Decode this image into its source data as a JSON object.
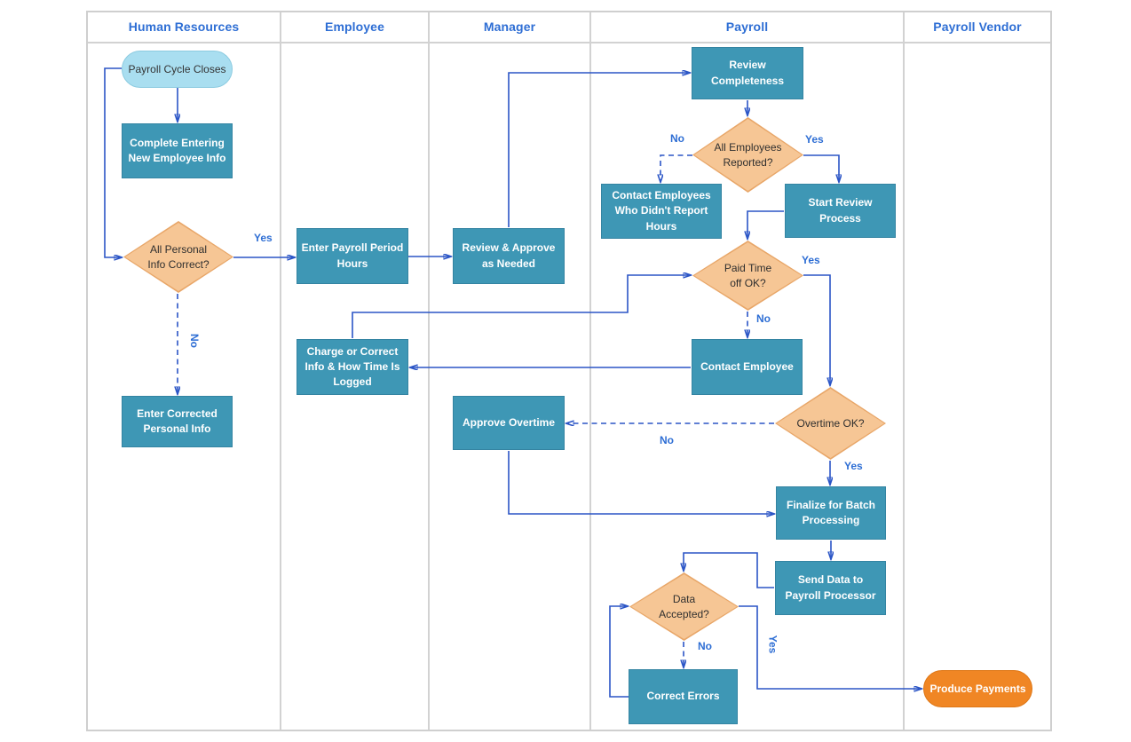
{
  "lanes": [
    {
      "label": "Human Resources"
    },
    {
      "label": "Employee"
    },
    {
      "label": "Manager"
    },
    {
      "label": "Payroll"
    },
    {
      "label": "Payroll Vendor"
    }
  ],
  "nodes": {
    "payroll_cycle_closes": {
      "label": "Payroll Cycle Closes",
      "type": "start",
      "lane": "Human Resources"
    },
    "complete_entering_new_employee_info": {
      "label": "Complete Entering New Employee Info",
      "type": "process",
      "lane": "Human Resources"
    },
    "all_personal_info_correct": {
      "label": "All Personal Info Correct?",
      "type": "decision",
      "lane": "Human Resources"
    },
    "enter_corrected_personal_info": {
      "label": "Enter Corrected Personal Info",
      "type": "process",
      "lane": "Human Resources"
    },
    "enter_payroll_period_hours": {
      "label": "Enter Payroll Period Hours",
      "type": "process",
      "lane": "Employee"
    },
    "charge_or_correct_info": {
      "label": "Charge or Correct Info & How Time Is Logged",
      "type": "process",
      "lane": "Employee"
    },
    "review_approve_as_needed": {
      "label": "Review & Approve as Needed",
      "type": "process",
      "lane": "Manager"
    },
    "approve_overtime": {
      "label": "Approve Overtime",
      "type": "process",
      "lane": "Manager"
    },
    "review_completeness": {
      "label": "Review Completeness",
      "type": "process",
      "lane": "Payroll"
    },
    "all_employees_reported": {
      "label": "All Employees Reported?",
      "type": "decision",
      "lane": "Payroll"
    },
    "contact_employees_who_didnt_report": {
      "label": "Contact Employees Who Didn't Report Hours",
      "type": "process",
      "lane": "Payroll"
    },
    "start_review_process": {
      "label": "Start Review Process",
      "type": "process",
      "lane": "Payroll"
    },
    "paid_time_off_ok": {
      "label": "Paid Time off OK?",
      "type": "decision",
      "lane": "Payroll"
    },
    "contact_employee": {
      "label": "Contact Employee",
      "type": "process",
      "lane": "Payroll"
    },
    "overtime_ok": {
      "label": "Overtime OK?",
      "type": "decision",
      "lane": "Payroll"
    },
    "finalize_for_batch_processing": {
      "label": "Finalize for Batch Processing",
      "type": "process",
      "lane": "Payroll"
    },
    "send_data_to_payroll_processor": {
      "label": "Send Data to Payroll Processor",
      "type": "process",
      "lane": "Payroll"
    },
    "data_accepted": {
      "label": "Data Accepted?",
      "type": "decision",
      "lane": "Payroll"
    },
    "correct_errors": {
      "label": "Correct Errors",
      "type": "process",
      "lane": "Payroll"
    },
    "produce_payments": {
      "label": "Produce Payments",
      "type": "end",
      "lane": "Payroll Vendor"
    }
  },
  "edge_labels": {
    "personal_info_yes": "Yes",
    "personal_info_no": "No",
    "reported_no": "No",
    "reported_yes": "Yes",
    "pto_yes": "Yes",
    "pto_no": "No",
    "overtime_no": "No",
    "overtime_yes": "Yes",
    "data_no": "No",
    "data_yes": "Yes"
  },
  "colors": {
    "process_fill": "#3e97b5",
    "process_border": "#3484a2",
    "start_fill": "#a9def0",
    "end_fill": "#f08624",
    "decision_fill": "#f6c695",
    "decision_border": "#e8a668",
    "connector": "#2b55c6",
    "label_blue": "#2e6ed4",
    "lane_border": "#d2d2d2"
  }
}
